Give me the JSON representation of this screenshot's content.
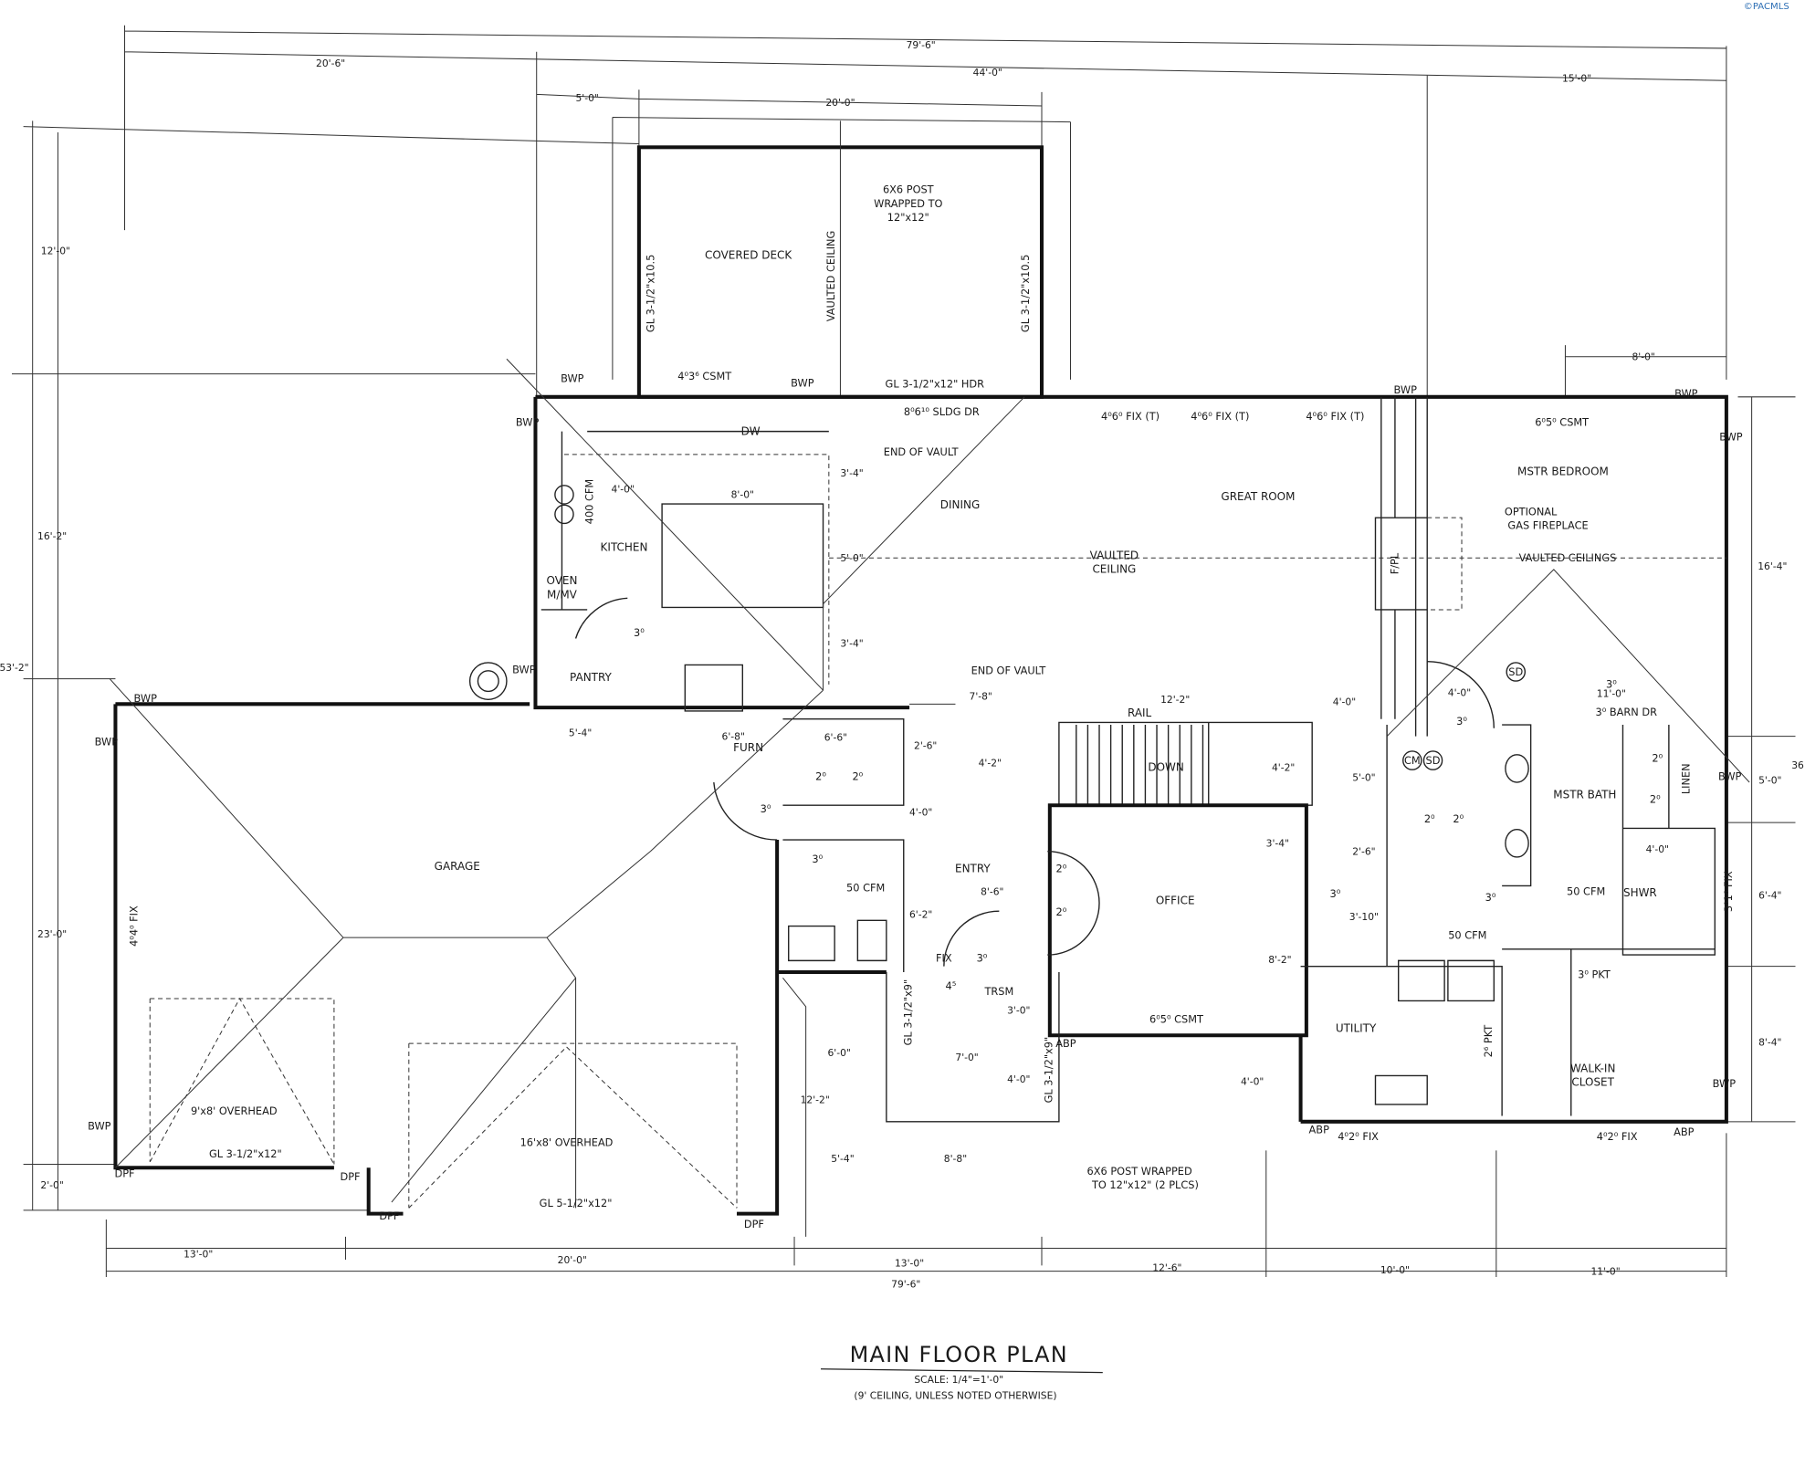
{
  "watermark": "©PACMLS",
  "title": {
    "main": "MAIN FLOOR PLAN",
    "scale": "SCALE: 1/4\"=1'-0\"",
    "note": "(9' CEILING, UNLESS NOTED OTHERWISE)"
  },
  "rooms": [
    "COVERED DECK",
    "KITCHEN",
    "DINING",
    "GREAT ROOM",
    "VAULTED",
    "CEILING",
    "MSTR BEDROOM",
    "GARAGE",
    "ENTRY",
    "OFFICE",
    "MSTR BATH",
    "UTILITY",
    "WALK-IN",
    "CLOSET",
    "PANTRY",
    "SHWR",
    "DOWN",
    "RAIL",
    "FURN",
    "DW",
    "OVEN",
    "M/MV"
  ],
  "vertical_labels": [
    "VAULTED CEILING",
    "GL 3-1/2\"x10.5",
    "GL 3-1/2\"x10.5",
    "400 CFM",
    "LINEN",
    "F/PL",
    "4⁰4⁰ FIX",
    "3⁰1⁶ FIX",
    "GL 3-1/2\"x9\"",
    "GL 3-1/2\"x9\"",
    "2⁶ PKT"
  ],
  "notes": [
    "6X6 POST",
    "WRAPPED TO",
    "12\"x12\"",
    "GL 3-1/2\"x12\" HDR",
    "END OF VAULT",
    "END OF VAULT",
    "OPTIONAL",
    "GAS FIREPLACE",
    "VAULTED CEILINGS",
    "50 CFM",
    "50 CFM",
    "50 CFM",
    "9'x8' OVERHEAD",
    "16'x8' OVERHEAD",
    "GL 3-1/2\"x12\"",
    "GL 5-1/2\"x12\"",
    "6X6 POST WRAPPED",
    "TO 12\"x12\" (2 PLCS)",
    "TRSM",
    "SD",
    "CM",
    "SD"
  ],
  "openings": [
    "4⁰3⁶ CSMT",
    "8⁰6¹⁰ SLDG DR",
    "4⁰6⁰ FIX (T)",
    "4⁰6⁰ FIX (T)",
    "4⁰6⁰ FIX (T)",
    "6⁰5⁰ CSMT",
    "6⁰5⁰ CSMT",
    "4⁰2⁰ FIX",
    "4⁰2⁰ FIX",
    "3⁰ BARN DR",
    "3⁰ PKT",
    "FIX",
    "4⁵",
    "3⁰",
    "3⁰",
    "3⁰",
    "3⁰",
    "3⁰",
    "3⁰",
    "3⁰",
    "3⁰",
    "2⁰",
    "2⁰",
    "2⁰",
    "2⁰",
    "2⁰",
    "2⁰",
    "2⁰",
    "2⁰"
  ],
  "tags": [
    "BWP",
    "BWP",
    "BWP",
    "BWP",
    "BWP",
    "BWP",
    "BWP",
    "BWP",
    "BWP",
    "BWP",
    "BWP",
    "BWP",
    "ABP",
    "ABP",
    "ABP",
    "DPF",
    "DPF",
    "DPF",
    "DPF"
  ],
  "dimensions": [
    "79'-6\"",
    "20'-6\"",
    "44'-0\"",
    "15'-0\"",
    "5'-0\"",
    "20'-0\"",
    "8'-0\"",
    "12'-0\"",
    "16'-2\"",
    "53'-2\"",
    "23'-0\"",
    "2'-0\"",
    "16'-4\"",
    "5'-0\"",
    "6'-4\"",
    "8'-4\"",
    "13'-0\"",
    "20'-0\"",
    "13'-0\"",
    "12'-6\"",
    "10'-0\"",
    "11'-0\"",
    "79'-6\"",
    "4'-0\"",
    "8'-0\"",
    "3'-4\"",
    "5'-0\"",
    "3'-4\"",
    "7'-8\"",
    "12'-2\"",
    "4'-0\"",
    "4'-0\"",
    "11'-0\"",
    "5'-4\"",
    "6'-8\"",
    "6'-6\"",
    "2'-6\"",
    "4'-2\"",
    "4'-2\"",
    "4'-0\"",
    "5'-0\"",
    "2'-6\"",
    "3'-4\"",
    "3'-10\"",
    "8'-6\"",
    "6'-2\"",
    "8'-2\"",
    "3'-0\"",
    "6'-0\"",
    "7'-0\"",
    "4'-0\"",
    "12'-2\"",
    "4'-0\"",
    "5'-4\"",
    "8'-8\"",
    "4'-0\"",
    "36"
  ]
}
